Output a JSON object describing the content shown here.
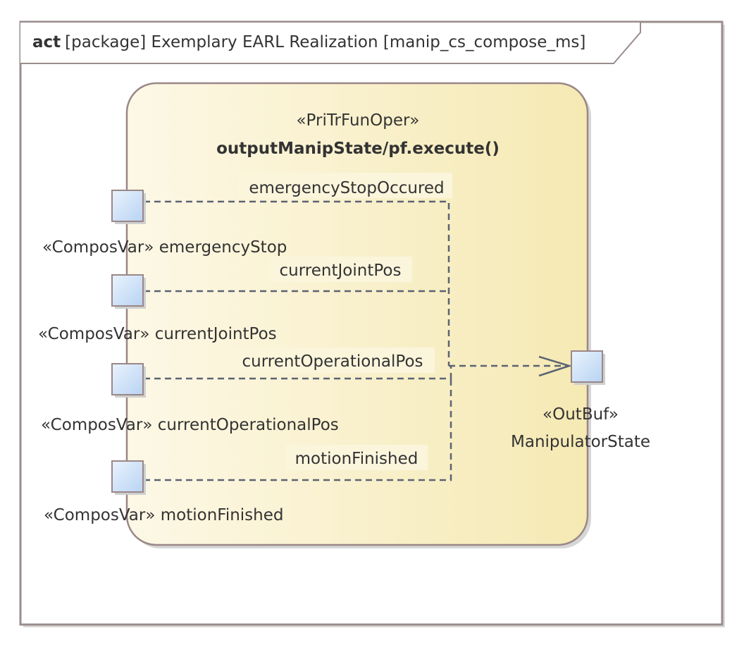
{
  "frame": {
    "keyword": "act",
    "title": "[package] Exemplary EARL Realization [manip_cs_compose_ms]"
  },
  "action": {
    "stereotype": "«PriTrFunOper»",
    "name": "outputManipState/pf.execute()"
  },
  "input_pins": [
    {
      "label": "«ComposVar» emergencyStop",
      "flow_label": "emergencyStopOccured"
    },
    {
      "label": "«ComposVar» currentJointPos",
      "flow_label": "currentJointPos"
    },
    {
      "label": "«ComposVar» currentOperationalPos",
      "flow_label": "currentOperationalPos"
    },
    {
      "label": "«ComposVar» motionFinished",
      "flow_label": "motionFinished"
    }
  ],
  "output_pin": {
    "stereotype": "«OutBuf»",
    "name": "ManipulatorState"
  },
  "colors": {
    "frame_border": "#9a8c8c",
    "action_fill_light": "#fdf8e6",
    "action_fill_dark": "#f6ebb8",
    "pin_fill": "#cfe2f8",
    "flow_line": "#5c6373"
  }
}
